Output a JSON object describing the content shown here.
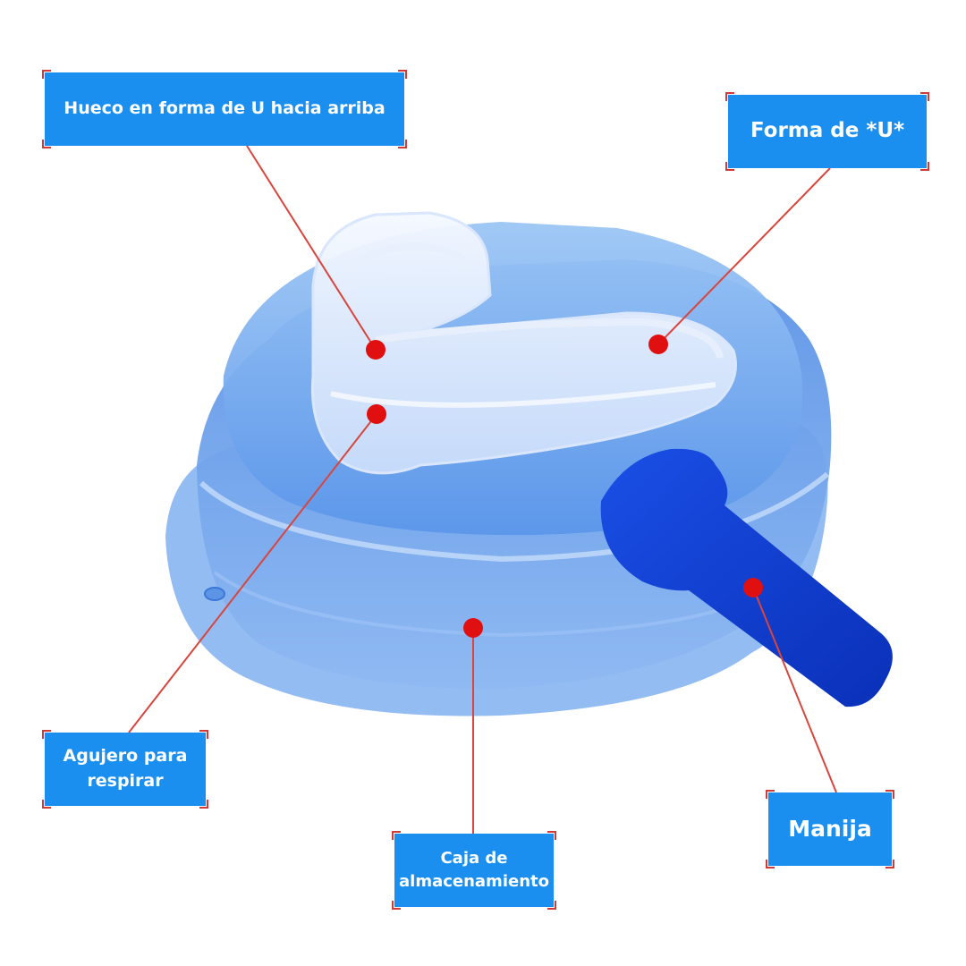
{
  "labels": {
    "u_hollow": "Hueco en forma de U hacia arriba",
    "u_shape": "Forma de *U*",
    "breathing_hole": "Agujero para respirar",
    "storage_case": "Caja de almacenamiento",
    "handle": "Manija"
  },
  "colors": {
    "label_background": "#1a8ff0",
    "label_text": "#ffffff",
    "leader_line": "#d9453c",
    "marker_dot": "#e01010",
    "case_blue": "#4f8fe8",
    "handle_blue": "#1040d8"
  }
}
